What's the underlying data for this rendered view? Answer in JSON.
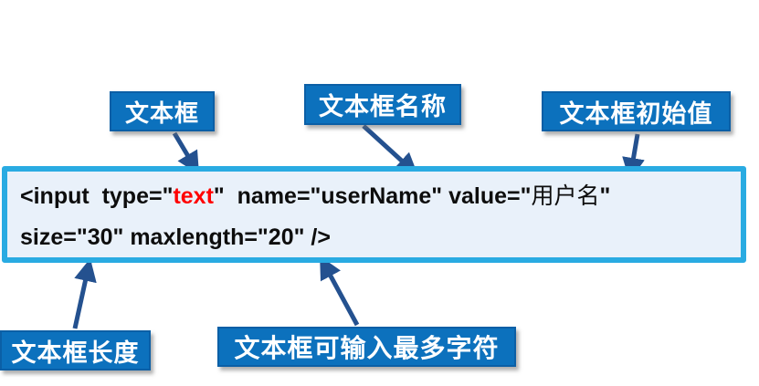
{
  "labels": {
    "textbox": "文本框",
    "name": "文本框名称",
    "initial": "文本框初始值",
    "size": "文本框长度",
    "maxlength": "文本框可输入最多字符"
  },
  "code": {
    "line1": {
      "seg1": "<input  type=\"",
      "seg2": "text",
      "seg3": "\"  name=\"userName\" value=\"",
      "seg4": "用户名",
      "seg5": "\""
    },
    "line2": "size=\"30\" maxlength=\"20\" />"
  },
  "colors": {
    "label_bg": "#0C71BD",
    "label_border": "#0B5FA6",
    "label_text": "#FFFFFF",
    "arrow": "#24518F",
    "code_border": "#29ABE2",
    "code_bg": "#E9F1FA",
    "code_text": "#0D0D0D",
    "code_highlight": "#FF0000"
  }
}
